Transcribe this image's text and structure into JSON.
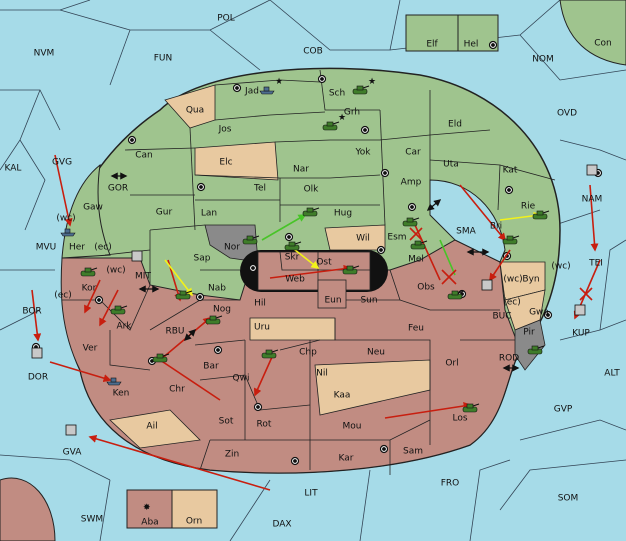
{
  "palette": {
    "sea": "#a6dbe8",
    "green": "#9fc48e",
    "red": "#c18c82",
    "tan": "#e8c9a0",
    "gray": "#8a8a8a",
    "border": "#222222",
    "sea_border": "#334455",
    "arrow_red": "#c81e0f",
    "arrow_yellow": "#f2f21a",
    "arrow_green": "#48c428",
    "unit": "#3f7d2a",
    "fleet": "#4d6d8f"
  },
  "sea_labels": [
    "POL",
    "NVM",
    "FUN",
    "COB",
    "NOM",
    "Con",
    "OVD",
    "KAL",
    "GVG",
    "GOR",
    "MVU",
    "MIT",
    "BOR",
    "DOR",
    "RBU",
    "GVA",
    "SWM",
    "DAX",
    "LIT",
    "FRO",
    "SOM",
    "GVP",
    "ALT",
    "ROD",
    "KUP",
    "TEI",
    "NAM",
    "BUC",
    "SMA"
  ],
  "provinces": {
    "green": [
      "Jad",
      "Sch",
      "Qua",
      "Jos",
      "Grh",
      "Eld",
      "Can",
      "Yok",
      "Car",
      "Elc",
      "Nar",
      "Uta",
      "Kat",
      "Gaw",
      "Tel",
      "Olk",
      "Amp",
      "Gur",
      "Lan",
      "Hug",
      "Rie",
      "Her",
      "Sap",
      "Nor",
      "Esm",
      "Bri",
      "Nab",
      "Elf",
      "Hel"
    ],
    "red": [
      "Kor",
      "Ark",
      "Ver",
      "Ken",
      "Nog",
      "Bar",
      "Chr",
      "Qwi",
      "Rot",
      "Sot",
      "Chp",
      "Nil",
      "Neu",
      "Kaa",
      "Mou",
      "Orl",
      "Los",
      "Sam",
      "Kar",
      "Zin",
      "Hil",
      "Sun",
      "Eun",
      "Feu",
      "Obs",
      "Mel",
      "Skr",
      "Web",
      "Ost",
      "Aba"
    ],
    "tan": [
      "Ail",
      "Uru",
      "Wil",
      "Byn",
      "Gwa",
      "Orn"
    ],
    "gray": [
      "Pir"
    ]
  },
  "coast_tags": [
    "(wc)",
    "(ec)",
    "(wc)",
    "(ec)",
    "(wc)",
    "(wc)",
    "(ec)"
  ],
  "units": [
    {
      "id": "unit-jad",
      "kind": "fleet"
    },
    {
      "id": "unit-sch",
      "kind": "army"
    },
    {
      "id": "unit-grh",
      "kind": "army"
    },
    {
      "id": "unit-hug",
      "kind": "army"
    },
    {
      "id": "unit-nor",
      "kind": "army"
    },
    {
      "id": "unit-skr",
      "kind": "army"
    },
    {
      "id": "unit-web",
      "kind": "army"
    },
    {
      "id": "unit-esm",
      "kind": "army"
    },
    {
      "id": "unit-mel",
      "kind": "army"
    },
    {
      "id": "unit-obs",
      "kind": "army"
    },
    {
      "id": "unit-bri",
      "kind": "army"
    },
    {
      "id": "unit-rie",
      "kind": "army"
    },
    {
      "id": "unit-kor",
      "kind": "army"
    },
    {
      "id": "unit-ark",
      "kind": "army"
    },
    {
      "id": "unit-sap",
      "kind": "army"
    },
    {
      "id": "unit-nog",
      "kind": "army"
    },
    {
      "id": "unit-chr",
      "kind": "army"
    },
    {
      "id": "unit-qwi",
      "kind": "army"
    },
    {
      "id": "unit-los",
      "kind": "army"
    },
    {
      "id": "unit-pir",
      "kind": "army"
    },
    {
      "id": "unit-ken",
      "kind": "fleet"
    },
    {
      "id": "unit-her",
      "kind": "fleet"
    }
  ]
}
